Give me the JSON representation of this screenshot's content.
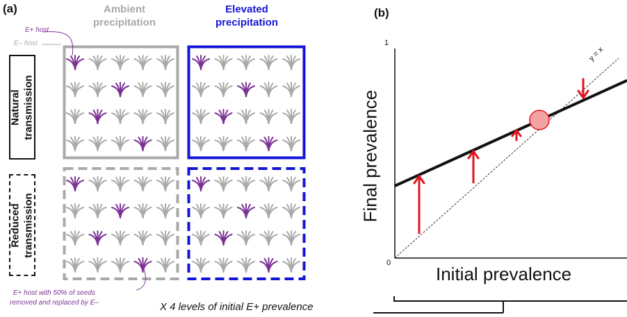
{
  "colors": {
    "infected": "#7b3294",
    "uninfected": "#a9a9a9",
    "ambient": "#a9a9a9",
    "elevated": "#1414d6",
    "arrow": "#e0141c",
    "equilibrium_fill": "#f4a3a3"
  },
  "panel_a": {
    "label": "(a)",
    "columns": {
      "ambient": {
        "line1": "Ambient",
        "line2": "precipitation"
      },
      "elevated": {
        "line1": "Elevated",
        "line2": "precipitation"
      }
    },
    "rows": {
      "natural": {
        "line1": "Natural",
        "line2": "transmission"
      },
      "reduced": {
        "line1": "Reduced",
        "line2": "transmission"
      }
    },
    "callouts": {
      "e_plus_host": "E+ host",
      "e_minus_host": "E– host",
      "reduced_host_line1": "E+ host with 50% of seeds",
      "reduced_host_line2": "removed and replaced by E–"
    },
    "footer": "X 4 levels of initial E+ prevalence",
    "grid": {
      "rows": 4,
      "cols": 5
    },
    "infected_positions": [
      [
        0,
        0
      ],
      [
        1,
        2
      ],
      [
        2,
        1
      ],
      [
        3,
        3
      ]
    ],
    "icons": {
      "plant": "grass-tuft-icon"
    }
  },
  "panel_b": {
    "label": "(b)",
    "xlabel": "Initial prevalence",
    "ylabel": "Final prevalence",
    "origin_label": "0",
    "ymax_label": "1",
    "identity_label": "y = x",
    "icons": {
      "arrow": "red-arrow-icon",
      "equilibrium": "equilibrium-point-icon"
    }
  }
}
